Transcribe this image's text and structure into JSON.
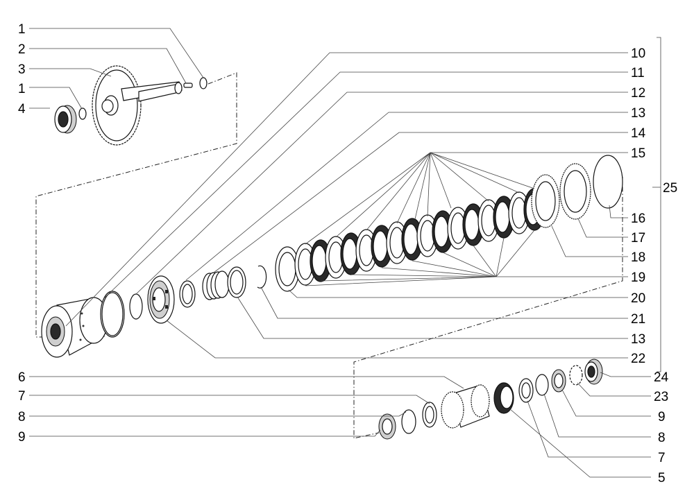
{
  "diagram": {
    "callouts": {
      "c1a": "1",
      "c2": "2",
      "c3": "3",
      "c1b": "1",
      "c4": "4",
      "c10": "10",
      "c11": "11",
      "c12": "12",
      "c13a": "13",
      "c14": "14",
      "c15": "15",
      "c25": "25",
      "c16": "16",
      "c17": "17",
      "c18": "18",
      "c19": "19",
      "c20": "20",
      "c21": "21",
      "c13b": "13",
      "c22": "22",
      "c24": "24",
      "c23": "23",
      "c9r": "9",
      "c8r": "8",
      "c7r": "7",
      "c5": "5",
      "c6": "6",
      "c7l": "7",
      "c8l": "8",
      "c9l": "9"
    }
  }
}
